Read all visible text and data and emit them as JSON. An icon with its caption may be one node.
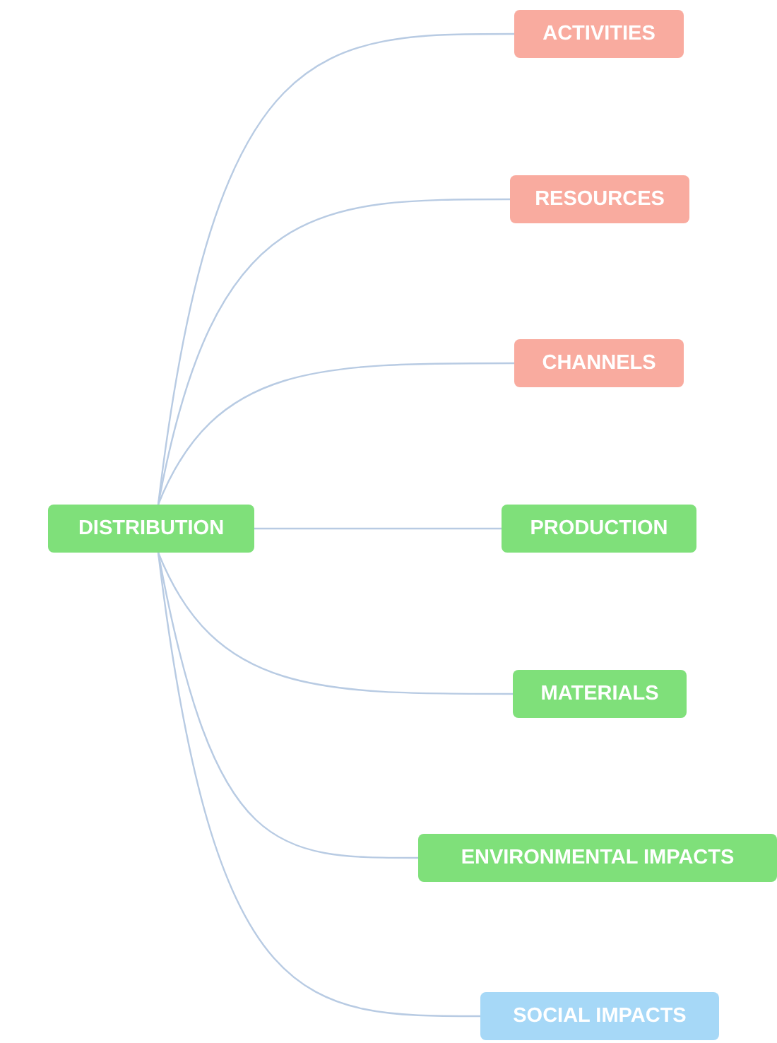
{
  "diagram": {
    "nodes": [
      {
        "text": [
          "DISTRIBUTION"
        ]
      },
      {
        "text": [
          "ACTIVITIES"
        ]
      },
      {
        "text": [
          "RESOURCES"
        ]
      },
      {
        "text": [
          "CHANNELS"
        ]
      },
      {
        "text": [
          "PRODUCTION"
        ]
      },
      {
        "text": [
          "MATERIALS"
        ]
      },
      {
        "text": [
          "ENVIRONMENTAL IMPACTS"
        ]
      },
      {
        "text": [
          "SOCIAL IMPACTS"
        ]
      }
    ],
    "edges": [
      {
        "from": 0,
        "to": 1,
        "arrow": "none"
      },
      {
        "from": 0,
        "to": 2,
        "arrow": "none"
      },
      {
        "from": 0,
        "to": 3,
        "arrow": "none"
      },
      {
        "from": 0,
        "to": 4,
        "arrow": "none"
      },
      {
        "from": 0,
        "to": 5,
        "arrow": "none"
      },
      {
        "from": 0,
        "to": 6,
        "arrow": "none"
      },
      {
        "from": 0,
        "to": 7,
        "arrow": "none"
      }
    ]
  }
}
